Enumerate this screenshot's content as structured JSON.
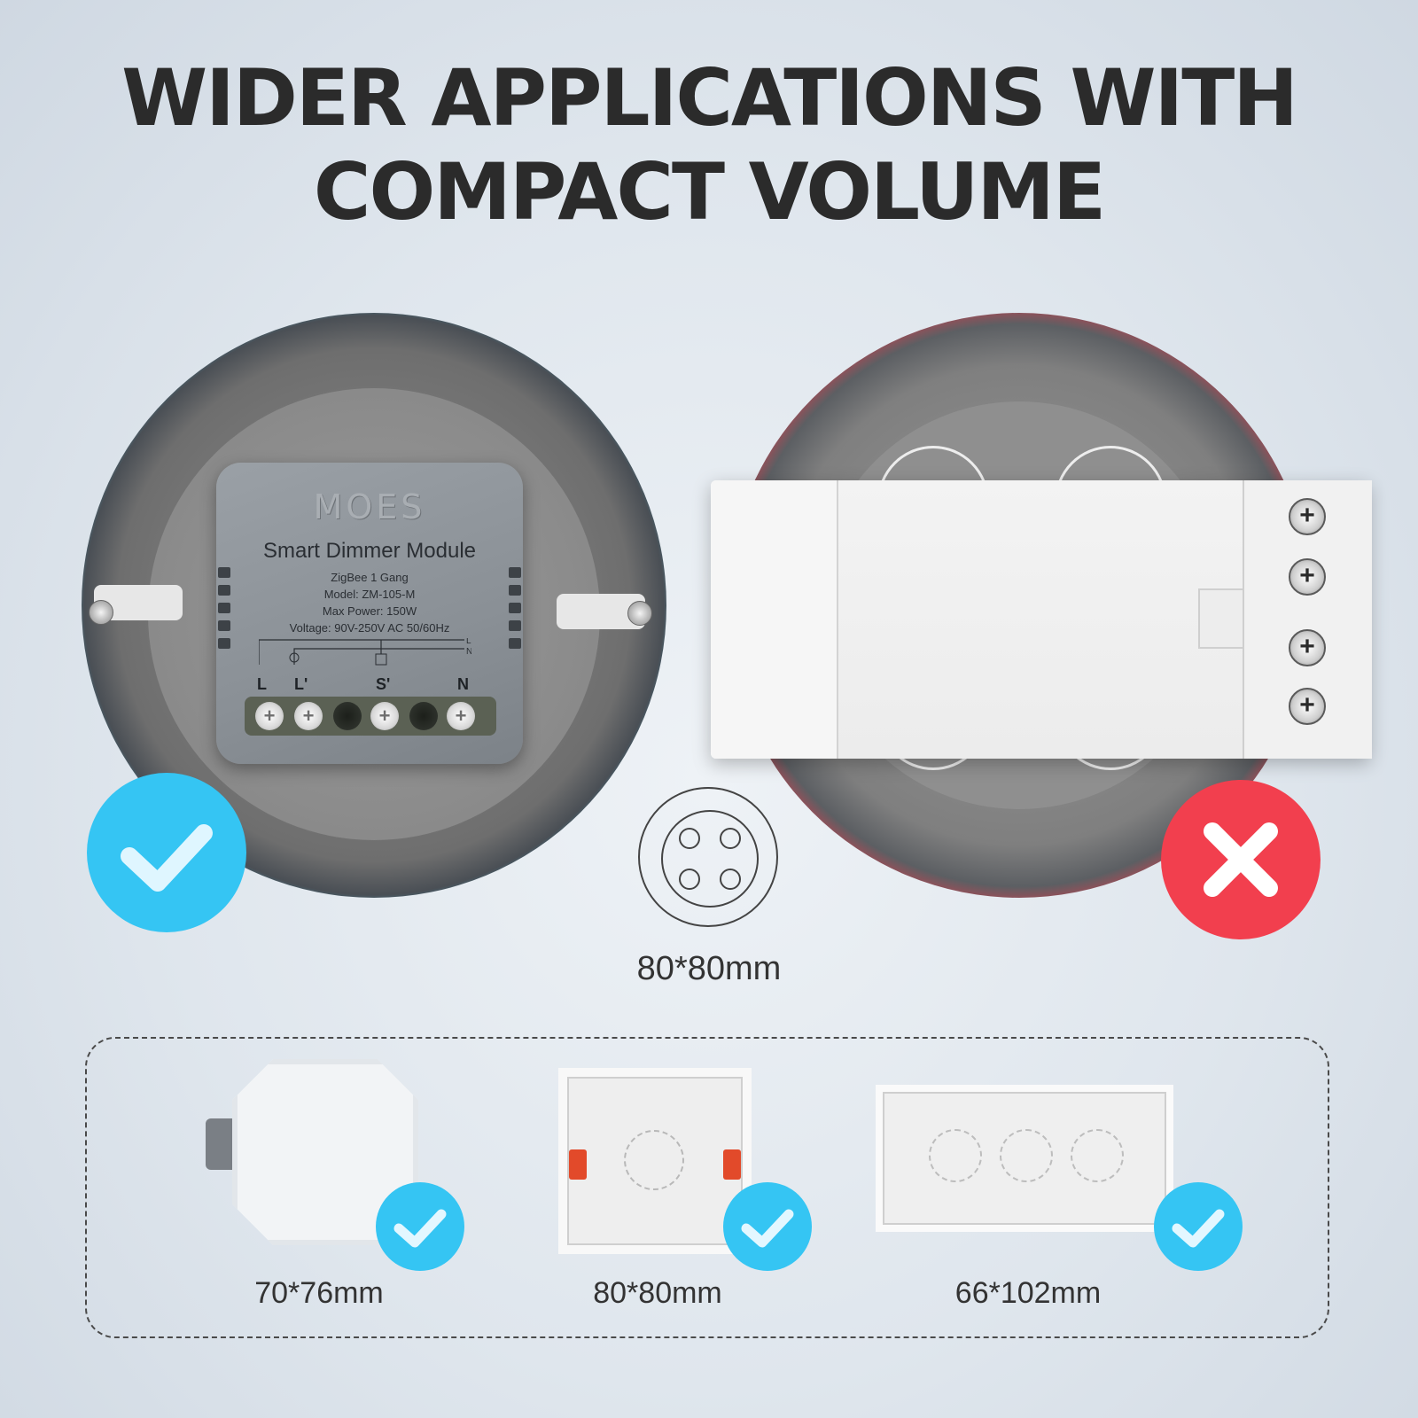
{
  "headline": {
    "line1": "WIDER APPLICATIONS WITH",
    "line2": "COMPACT VOLUME"
  },
  "module": {
    "brand": "MOES",
    "title": "Smart Dimmer Module",
    "specs": [
      "ZigBee 1 Gang",
      "Model: ZM-105-M",
      "Max Power: 150W",
      "Voltage: 90V-250V AC 50/60Hz"
    ],
    "terminals": [
      "L",
      "L'",
      "S'",
      "N"
    ],
    "wiring_labels": [
      "L",
      "N"
    ]
  },
  "comparison": {
    "good_icon": "checkmark-icon",
    "bad_icon": "cross-icon",
    "colors": {
      "good": "#35c5f3",
      "bad": "#f23f4e"
    }
  },
  "center_size": "80*80mm",
  "boxes": [
    {
      "label": "70*76mm",
      "icon": "checkmark-icon"
    },
    {
      "label": "80*80mm",
      "icon": "checkmark-icon"
    },
    {
      "label": "66*102mm",
      "icon": "checkmark-icon"
    }
  ]
}
